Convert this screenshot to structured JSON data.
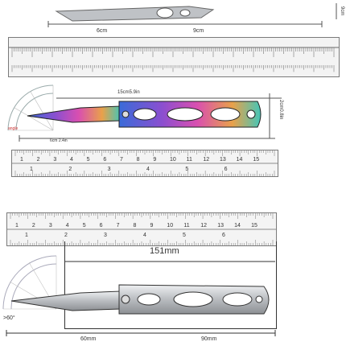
{
  "top_panel": {
    "dim_left": "6cm",
    "dim_mid": "9cm",
    "side_dim": "9cm"
  },
  "colorful_panel": {
    "length_label": "15cm5.9in",
    "handle_label": "6cm 2.4in",
    "width_label": "2cm0.8in",
    "angle_label": "angle",
    "ruler_inch": [
      "1",
      "2",
      "3",
      "4",
      "5",
      "6",
      "7",
      "8",
      "9",
      "10",
      "11",
      "12",
      "13",
      "14",
      "15"
    ],
    "ruler_cm": [
      "1",
      "2",
      "3",
      "4",
      "5",
      "6"
    ]
  },
  "silver_panel": {
    "length_label": "151mm",
    "angle_label": ">60°",
    "dim_left": "60mm",
    "dim_right": "90mm",
    "ruler_top": [
      "1",
      "2",
      "3",
      "4",
      "5",
      "6",
      "7",
      "8",
      "9",
      "10",
      "11",
      "12",
      "13",
      "14",
      "15"
    ],
    "ruler_bottom": [
      "1",
      "2",
      "3",
      "4",
      "5",
      "6"
    ]
  },
  "colors": {
    "rainbow": [
      "#3a6bd8",
      "#8a4fd0",
      "#d94fb0",
      "#e9a14a",
      "#43c6b8"
    ],
    "steel": "#c7c9cc",
    "dark": "#2b2b2b"
  }
}
